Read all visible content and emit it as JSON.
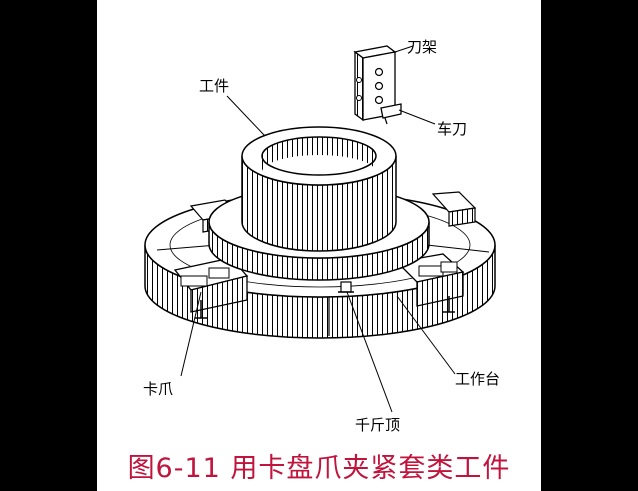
{
  "labels": {
    "tool_holder": "刀架",
    "workpiece": "工件",
    "turning_tool": "车刀",
    "chuck_jaw": "卡爪",
    "worktable": "工作台",
    "jack": "千斤顶"
  },
  "caption": "图6-11  用卡盘爪夹紧套类工件",
  "colors": {
    "background": "#000000",
    "panel": "#ffffff",
    "caption": "#c0143c",
    "line": "#000000"
  }
}
